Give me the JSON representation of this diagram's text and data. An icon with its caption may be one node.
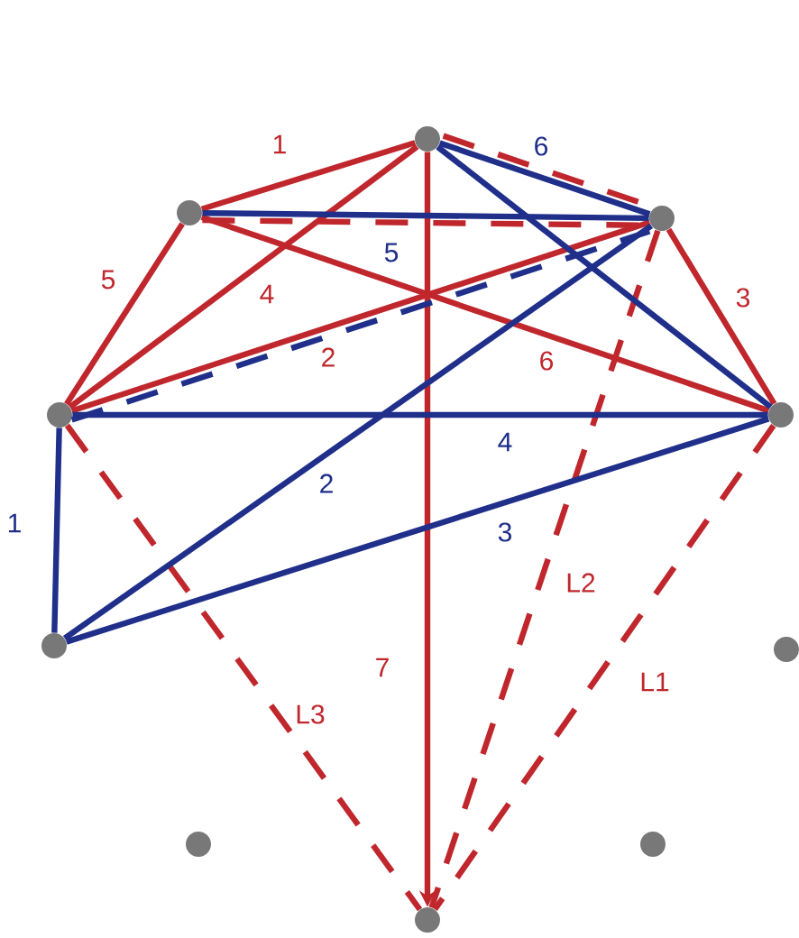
{
  "diagram": {
    "nodes": [
      {
        "text": [],
        "shape": "circle"
      },
      {
        "text": [],
        "shape": "circle"
      },
      {
        "text": [],
        "shape": "circle"
      },
      {
        "text": [],
        "shape": "circle"
      },
      {
        "text": [],
        "shape": "circle"
      },
      {
        "text": [],
        "shape": "circle"
      },
      {
        "text": [],
        "shape": "circle"
      },
      {
        "text": [],
        "shape": "circle"
      },
      {
        "text": [],
        "shape": "circle"
      },
      {
        "text": [],
        "shape": "circle"
      }
    ],
    "edges": [
      {
        "from": 0,
        "to": 1,
        "arrow": "none",
        "label": "1"
      },
      {
        "from": 1,
        "to": 3,
        "arrow": "none",
        "label": "5"
      },
      {
        "from": 0,
        "to": 3,
        "arrow": "none",
        "label": "4"
      },
      {
        "from": 3,
        "to": 2,
        "arrow": "none",
        "label": "2"
      },
      {
        "from": 1,
        "to": 4,
        "arrow": "none",
        "label": "6"
      },
      {
        "from": 2,
        "to": 4,
        "arrow": "none",
        "label": "3"
      },
      {
        "from": 0,
        "to": 9,
        "arrow": "to",
        "label": "7"
      },
      {
        "from": 0,
        "to": 2,
        "arrow": "none",
        "style": "dashed"
      },
      {
        "from": 1,
        "to": 2,
        "arrow": "none",
        "style": "dashed"
      },
      {
        "from": 3,
        "to": 9,
        "arrow": "none",
        "style": "dashed",
        "label": "L3"
      },
      {
        "from": 2,
        "to": 9,
        "arrow": "none",
        "style": "dashed",
        "label": "L2"
      },
      {
        "from": 4,
        "to": 9,
        "arrow": "none",
        "style": "dashed",
        "label": "L1"
      },
      {
        "from": 0,
        "to": 2,
        "arrow": "none",
        "color": "#1f2f8a",
        "label": "6"
      },
      {
        "from": 0,
        "to": 4,
        "arrow": "none",
        "color": "#1f2f8a"
      },
      {
        "from": 1,
        "to": 2,
        "arrow": "none",
        "color": "#1f2f8a",
        "label": "5"
      },
      {
        "from": 3,
        "to": 4,
        "arrow": "none",
        "color": "#1f2f8a",
        "label": "4"
      },
      {
        "from": 5,
        "to": 2,
        "arrow": "none",
        "color": "#1f2f8a",
        "label": "2"
      },
      {
        "from": 5,
        "to": 4,
        "arrow": "none",
        "color": "#1f2f8a",
        "label": "3"
      },
      {
        "from": 3,
        "to": 5,
        "arrow": "none",
        "color": "#1f2f8a",
        "label": "1"
      },
      {
        "from": 3,
        "to": 2,
        "arrow": "none",
        "color": "#1f2f8a",
        "style": "dashed"
      }
    ]
  }
}
